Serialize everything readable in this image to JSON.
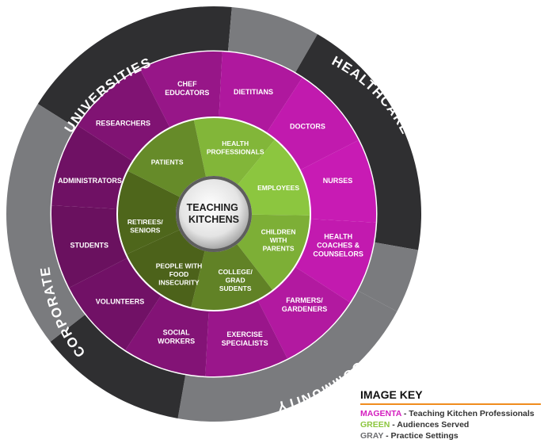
{
  "center": {
    "lines": [
      "TEACHING",
      "KITCHENS"
    ]
  },
  "practice_settings": [
    "UNIVERSITIES",
    "HEALTHCARE",
    "COMMUNITY",
    "CORPORATE"
  ],
  "audiences": [
    {
      "lines": [
        "HEALTH",
        "PROFESSIONALS"
      ]
    },
    {
      "lines": [
        "EMPLOYEES"
      ]
    },
    {
      "lines": [
        "CHILDREN",
        "WITH",
        "PARENTS"
      ]
    },
    {
      "lines": [
        "COLLEGE/",
        "GRAD",
        "SUDENTS"
      ]
    },
    {
      "lines": [
        "PEOPLE WITH",
        "FOOD",
        "INSECURITY"
      ]
    },
    {
      "lines": [
        "RETIREES/",
        "SENIORS"
      ]
    },
    {
      "lines": [
        "PATIENTS"
      ]
    }
  ],
  "professionals": [
    {
      "lines": [
        "CHEF",
        "EDUCATORS"
      ]
    },
    {
      "lines": [
        "DIETITIANS"
      ]
    },
    {
      "lines": [
        "DOCTORS"
      ]
    },
    {
      "lines": [
        "NURSES"
      ]
    },
    {
      "lines": [
        "HEALTH",
        "COACHES &",
        "COUNSELORS"
      ]
    },
    {
      "lines": [
        "FARMERS/",
        "GARDENERS"
      ]
    },
    {
      "lines": [
        "EXERCISE",
        "SPECIALISTS"
      ]
    },
    {
      "lines": [
        "SOCIAL",
        "WORKERS"
      ]
    },
    {
      "lines": [
        "VOLUNTEERS"
      ]
    },
    {
      "lines": [
        "STUDENTS"
      ]
    },
    {
      "lines": [
        "ADMINISTRATORS"
      ]
    },
    {
      "lines": [
        "RESEARCHERS"
      ]
    }
  ],
  "key": {
    "title": "IMAGE KEY",
    "items": [
      {
        "color_word": "MAGENTA",
        "desc": " - Teaching Kitchen Professionals",
        "color": "#d41fbf"
      },
      {
        "color_word": "GREEN",
        "desc": " - Audiences Served",
        "color": "#8cc63f"
      },
      {
        "color_word": "GRAY",
        "desc": " - Practice Settings",
        "color": "#6d6e71"
      }
    ]
  },
  "colors": {
    "magenta": "#c81bb4",
    "magenta_dark": "#4a0d43",
    "green": "#8cc63f",
    "green_dark": "#39450f",
    "gray_dark": "#2f2f31",
    "gray_light": "#7a7b7e",
    "accent": "#f08c1e"
  }
}
